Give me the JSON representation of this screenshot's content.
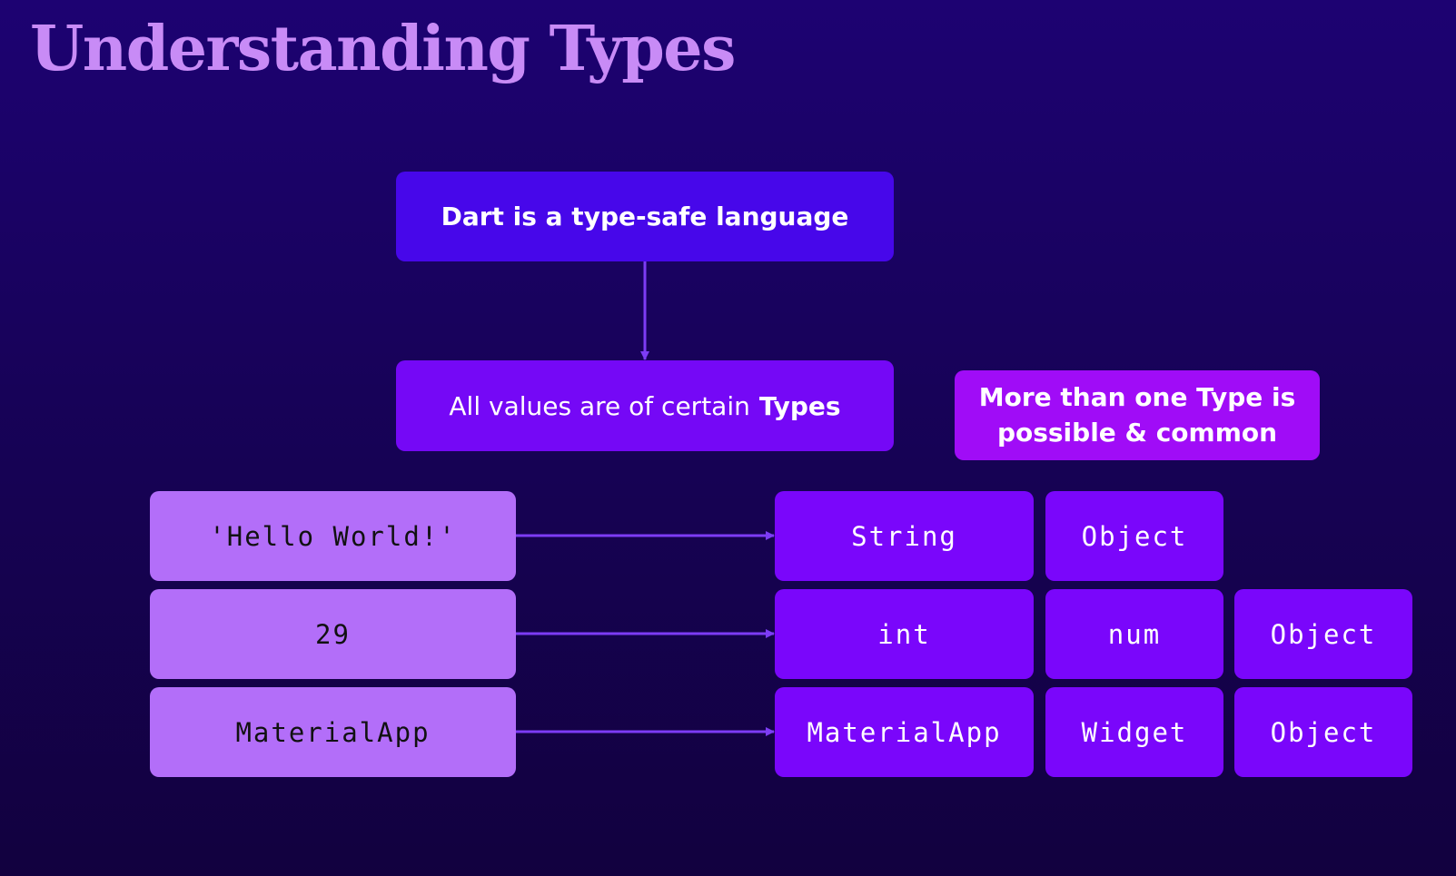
{
  "title": "Understanding Types",
  "top_box": "Dart is a type-safe language",
  "values_box": {
    "prefix": "All values are of certain",
    "emphasis": "Types"
  },
  "multi_box": {
    "line1": "More than one Type is",
    "line2": "possible & common"
  },
  "rows": [
    {
      "value": "'Hello World!'",
      "types": [
        "String",
        "Object"
      ]
    },
    {
      "value": "29",
      "types": [
        "int",
        "num",
        "Object"
      ]
    },
    {
      "value": "MaterialApp",
      "types": [
        "MaterialApp",
        "Widget",
        "Object"
      ]
    }
  ],
  "colors": {
    "background": "#1a0264",
    "title": "#c88bf6",
    "top_box": "#4707ea",
    "values_box": "#7508f6",
    "multi_box": "#a00cf7",
    "value_box": "#b36ef9",
    "type_box": "#7a06fb",
    "arrow": "#7d3cf5"
  }
}
